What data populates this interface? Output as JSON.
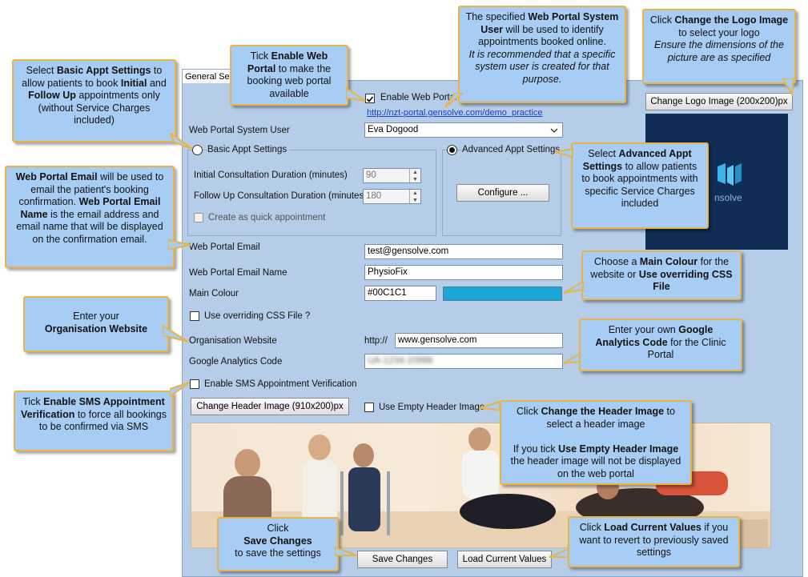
{
  "tab": {
    "label": "General Settings"
  },
  "form": {
    "enable_web_portal": {
      "label": "Enable Web Portal",
      "checked": true
    },
    "portal_link": "http://nzt-portal.gensolve.com/demo_practice",
    "system_user": {
      "label": "Web Portal System User",
      "value": "Eva Dogood"
    },
    "basic_appt": {
      "label": "Basic Appt Settings"
    },
    "advanced_appt": {
      "label": "Advanced Appt Settings"
    },
    "initial_duration": {
      "label": "Initial Consultation Duration (minutes)",
      "value": "90"
    },
    "followup_duration": {
      "label": "Follow Up Consultation Duration (minutes)",
      "value": "180"
    },
    "quick_appt": {
      "label": "Create as quick appointment"
    },
    "configure_label": "Configure ...",
    "email": {
      "label": "Web Portal Email",
      "value": "test@gensolve.com"
    },
    "email_name": {
      "label": "Web Portal Email Name",
      "value": "PhysioFix"
    },
    "main_colour": {
      "label": "Main Colour",
      "value": "#00C1C1",
      "swatch": "#1aa7d6"
    },
    "css_file": {
      "label": "Use overriding CSS File ?"
    },
    "org_website": {
      "label": "Organisation Website",
      "prefix": "http://",
      "value": "www.gensolve.com"
    },
    "analytics": {
      "label": "Google Analytics Code",
      "value": "UA-1234-10999"
    },
    "sms": {
      "label": "Enable SMS Appointment Verification"
    },
    "header_btn": "Change Header Image (910x200)px",
    "empty_header": {
      "label": "Use Empty Header Image"
    },
    "logo_btn": "Change Logo Image (200x200)px",
    "logo_text": "nsolve",
    "save_btn": "Save Changes",
    "load_btn": "Load Current Values"
  },
  "callouts": {
    "enable_portal": {
      "a": "Tick ",
      "b": "Enable Web Portal",
      "c": " to make the booking web portal available"
    },
    "system_user": {
      "a": "The specified ",
      "b": "Web Portal System User",
      "c": " will be used to identify appointments booked online.",
      "d": "It is recommended that a specific system user is created for that purpose."
    },
    "logo": {
      "a": "Click ",
      "b": "Change the Logo Image",
      "c": " to select your logo",
      "d": "Ensure the dimensions of the picture are as specified"
    },
    "basic": {
      "a": "Select ",
      "b": "Basic Appt Settings",
      "c": " to allow patients to book ",
      "d": "Initial",
      "e": " and ",
      "f": "Follow Up",
      "g": " appointments only (without Service Charges included)"
    },
    "email": {
      "a": "Web Portal Email",
      "b": " will be used to email the patient's booking confirmation. ",
      "c": "Web Portal Email Name",
      "d": " is the email address and email name that will be displayed on the confirmation email."
    },
    "advanced": {
      "a": "Select ",
      "b": "Advanced Appt Settings",
      "c": " to allow patients to book appointments with specific Service Charges included"
    },
    "colour": {
      "a": "Choose a ",
      "b": "Main Colour",
      "c": " for the website or ",
      "d": "Use overriding CSS File"
    },
    "website": {
      "a": "Enter your ",
      "b": "Organisation Website"
    },
    "analytics": {
      "a": "Enter your own ",
      "b": "Google Analytics Code",
      "c": " for the Clinic Portal"
    },
    "sms": {
      "a": "Tick ",
      "b": "Enable SMS Appointment Verification",
      "c": " to force all bookings to be confirmed via SMS"
    },
    "header": {
      "a": "Click ",
      "b": "Change the Header Image",
      "c": " to select a header image",
      "d": "If you tick ",
      "e": "Use Empty Header Image",
      "f": " the header image will not be displayed on the web portal"
    },
    "save": {
      "a": "Click",
      "b": "Save Changes",
      "c": " to save the settings"
    },
    "load": {
      "a": "Click ",
      "b": "Load Current Values",
      "c": " if you want to revert to previously saved settings"
    }
  },
  "colors": {
    "panel": "#b5cde8",
    "callout_bg": "#a8cdf5",
    "callout_border": "#e8b347",
    "logo_bg": "#0f2d55"
  }
}
